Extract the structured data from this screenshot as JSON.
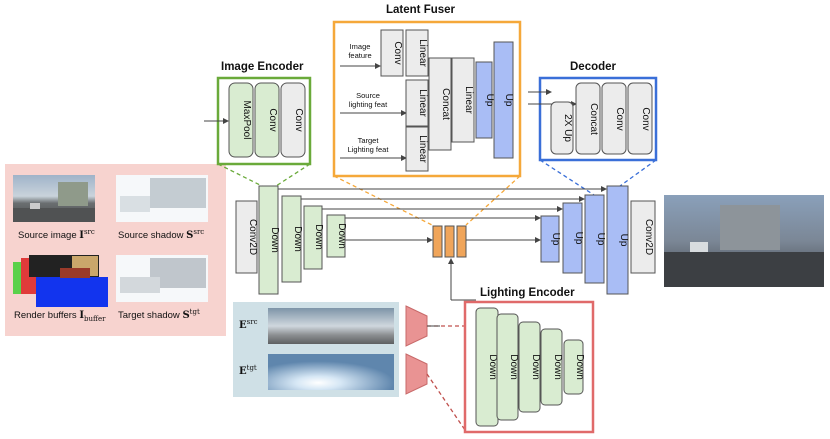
{
  "sections": {
    "image_encoder": "Image Encoder",
    "latent_fuser": "Latent Fuser",
    "decoder": "Decoder",
    "lighting_encoder": "Lighting Encoder"
  },
  "image_encoder": {
    "blocks": [
      "MaxPool",
      "Conv",
      "Conv"
    ]
  },
  "latent_fuser": {
    "inputs": [
      "Image feature",
      "Source lighting feat",
      "Target Lighting feat"
    ],
    "conv": "Conv",
    "linears": [
      "Linear",
      "Linear",
      "Linear"
    ],
    "concat": "Concat",
    "linear_out": "Linear",
    "ups": [
      "Up",
      "Up"
    ]
  },
  "decoder": {
    "blocks": [
      "2X Up",
      "Concat",
      "Conv",
      "Conv"
    ]
  },
  "unet": {
    "first": "Conv2D",
    "downs": [
      "Down",
      "Down",
      "Down",
      "Down"
    ],
    "ups": [
      "Up",
      "Up",
      "Up",
      "Up"
    ],
    "last": "Conv2D"
  },
  "lighting_encoder": {
    "downs": [
      "Down",
      "Down",
      "Down",
      "Down",
      "Down"
    ]
  },
  "inputs_panel": {
    "source_image": {
      "text": "Source image ",
      "sym": "I",
      "sup": "src"
    },
    "source_shadow": {
      "text": "Source shadow ",
      "sym": "S",
      "sup": "src"
    },
    "render_buffers": {
      "text": "Render buffers ",
      "sym": "I",
      "sub": "buffer"
    },
    "target_shadow": {
      "text": "Target shadow ",
      "sym": "S",
      "sup": "tgt"
    }
  },
  "env_maps": {
    "src": {
      "sym": "E",
      "sup": "src"
    },
    "tgt": {
      "sym": "E",
      "sup": "tgt"
    }
  },
  "colors": {
    "image_encoder": "#6aaa3a",
    "latent_fuser": "#f5a83a",
    "decoder": "#3a6fd8",
    "lighting_encoder": "#e06a6a",
    "down_fill": "#d9ecd1",
    "up_fill": "#a9bdf5",
    "gray_fill": "#ececec",
    "bottleneck": "#f0a55a",
    "panel_pink": "#f7d3cf",
    "panel_blue": "#cfe0e6",
    "trapezoid": "#e99393"
  }
}
